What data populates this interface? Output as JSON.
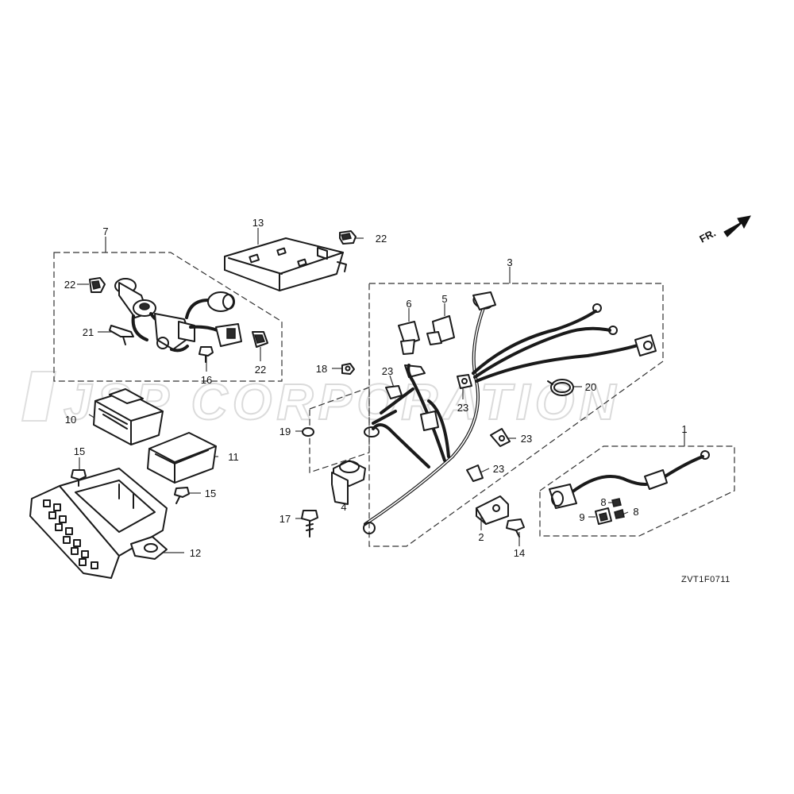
{
  "diagram": {
    "watermark": "JSP CORPORATION",
    "diagram_code": "ZVT1F0711",
    "direction_label": "FR.",
    "callouts": [
      "1",
      "2",
      "3",
      "4",
      "5",
      "6",
      "7",
      "8",
      "8",
      "9",
      "10",
      "11",
      "12",
      "13",
      "14",
      "15",
      "15",
      "16",
      "17",
      "18",
      "19",
      "20",
      "21",
      "22",
      "22",
      "22",
      "23",
      "23",
      "23",
      "23"
    ]
  }
}
